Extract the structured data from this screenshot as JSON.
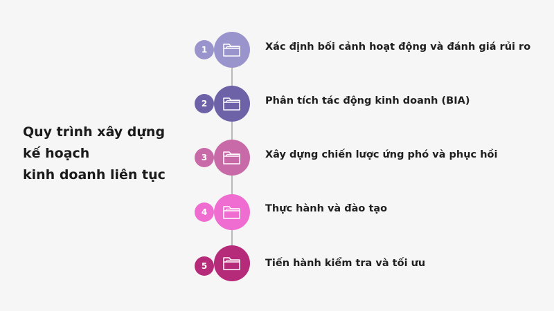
{
  "title_lines": [
    "Quy trình xây dựng",
    "kế hoạch",
    "kinh doanh liên tục"
  ],
  "steps": [
    {
      "number": "1",
      "label": "Xác định bối cảnh hoạt động và đánh giá rủi ro",
      "color": "#9a94cc",
      "icon": "folder-icon"
    },
    {
      "number": "2",
      "label": "Phân tích tác động kinh doanh (BIA)",
      "color": "#6d62a8",
      "icon": "folder-icon"
    },
    {
      "number": "3",
      "label": "Xây dựng chiến lược ứng phó và phục hồi",
      "color": "#c96aa8",
      "icon": "folder-icon"
    },
    {
      "number": "4",
      "label": "Thực hành và đào tạo",
      "color": "#ef6dd0",
      "icon": "folder-icon"
    },
    {
      "number": "5",
      "label": "Tiến hành kiểm tra và tối ưu",
      "color": "#b62a7a",
      "icon": "folder-icon"
    }
  ],
  "colors": {
    "background": "#f6f6f6",
    "connector": "#b8b8b8",
    "icon_stroke": "#ffffff"
  }
}
